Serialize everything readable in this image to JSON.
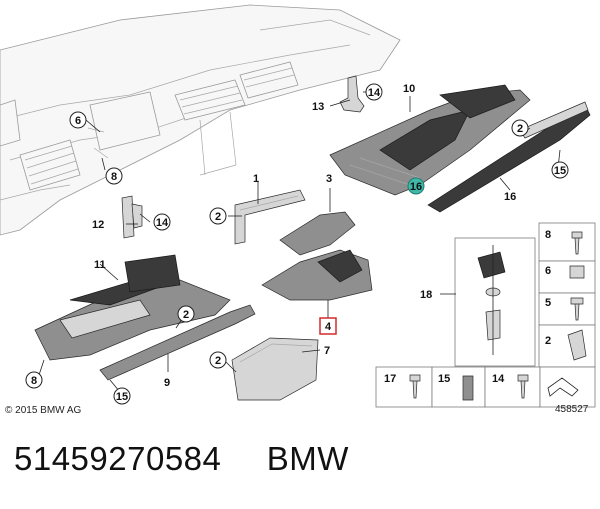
{
  "footer": {
    "part_number": "51459270584",
    "brand": "BMW"
  },
  "copyright": "© 2015 BMW AG",
  "image_number": "458527",
  "callouts": {
    "c1": "1",
    "c2a": "2",
    "c2b": "2",
    "c2c": "2",
    "c2d": "2",
    "c3": "3",
    "c4": "4",
    "c6": "6",
    "c7": "7",
    "c8a": "8",
    "c8b": "8",
    "c9": "9",
    "c10": "10",
    "c11": "11",
    "c12": "12",
    "c13": "13",
    "c14a": "14",
    "c14b": "14",
    "c15a": "15",
    "c15b": "15",
    "c16": "16",
    "c16h": "16",
    "c18": "18"
  },
  "fasteners_grid": {
    "right": [
      "8",
      "6",
      "5",
      "2"
    ],
    "bottom": [
      "17",
      "15",
      "14"
    ]
  },
  "highlight_color": "#3fb8a8",
  "highlight_box_color": "#d42a2a"
}
